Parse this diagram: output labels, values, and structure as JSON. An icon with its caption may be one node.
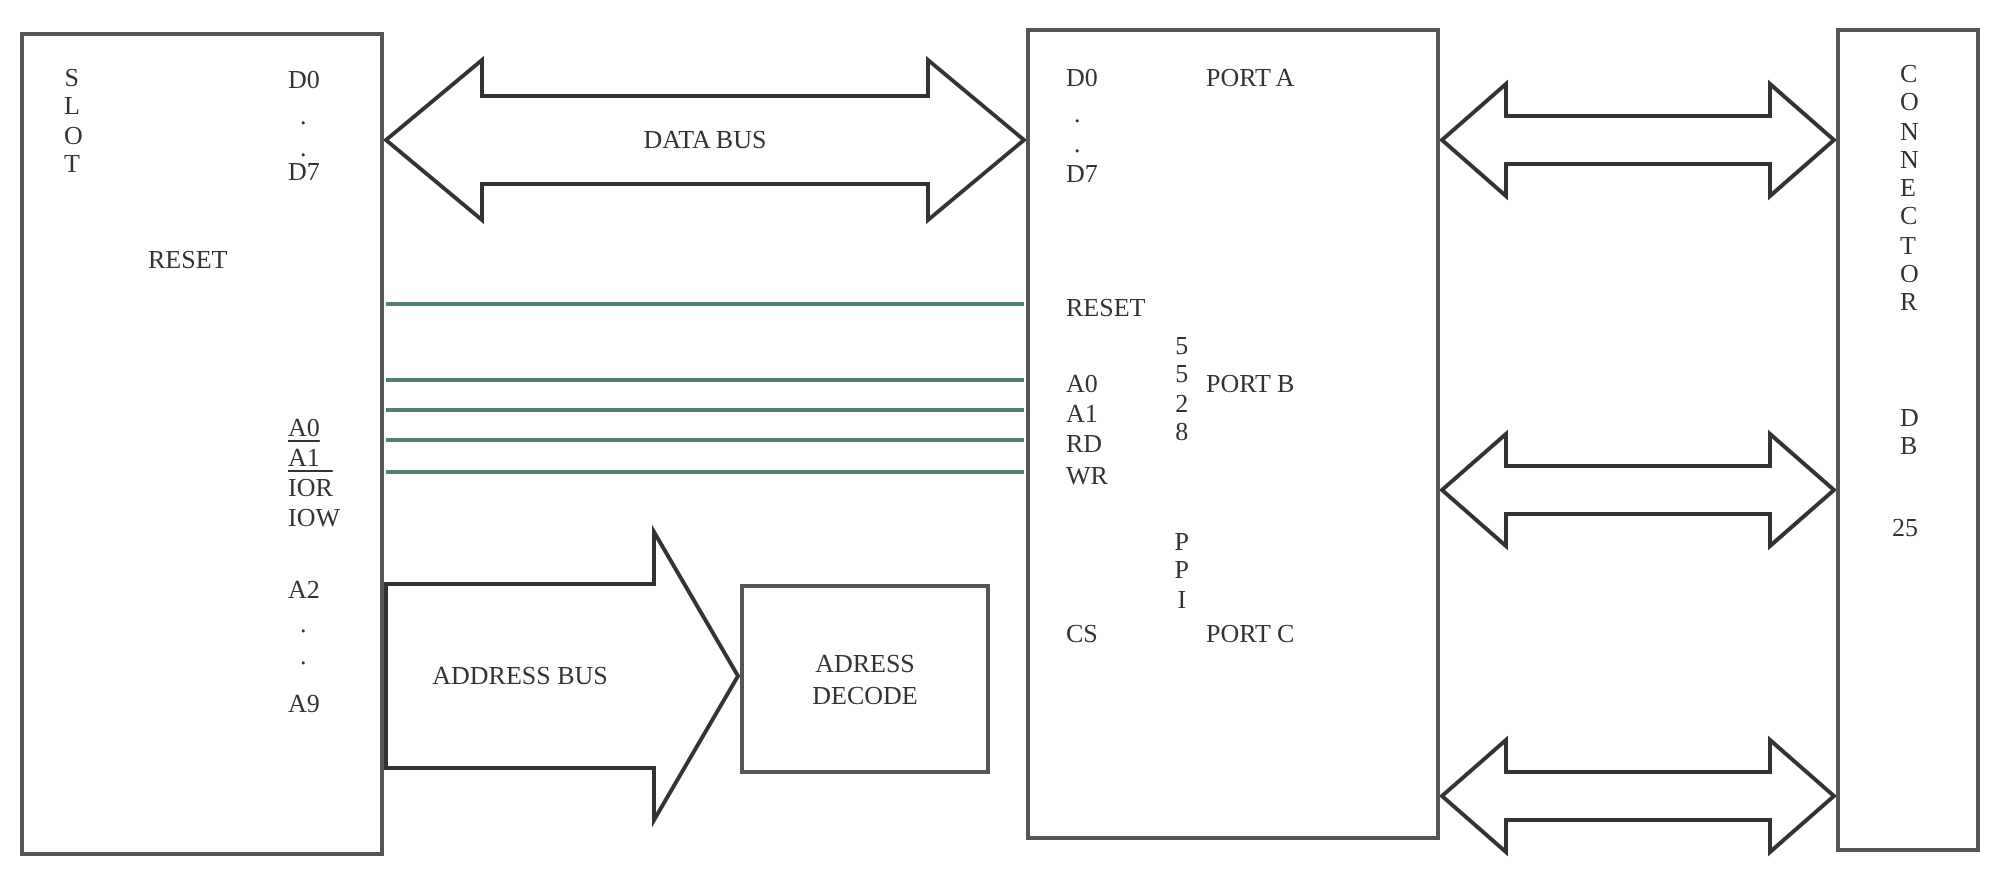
{
  "diagram": {
    "nodes": [
      {
        "text": [
          "SLOT",
          "D0",
          ".",
          ".",
          "D7",
          "RESET",
          "A0",
          "A1",
          "IOR",
          "IOW",
          "A2",
          ".",
          ".",
          "A9"
        ]
      },
      {
        "text": [
          "ADRESS DECODE"
        ]
      },
      {
        "text": [
          "D0",
          ".",
          ".",
          "D7",
          "RESET",
          "A0",
          "A1",
          "RD",
          "WR",
          "CS",
          "PORT A",
          "PORT B",
          "PORT C",
          "5528",
          "PPI"
        ]
      },
      {
        "text": [
          "CONNECTOR",
          "DB",
          "25"
        ]
      }
    ],
    "edges": [
      {
        "from": 0,
        "to": 2,
        "arrow": "both",
        "label": "DATA BUS",
        "style": "thick"
      },
      {
        "from": 0,
        "to": 1,
        "arrow": "to",
        "label": "ADDRESS BUS",
        "style": "thick"
      },
      {
        "from": 0,
        "to": 2,
        "arrow": "none"
      },
      {
        "from": 0,
        "to": 2,
        "arrow": "none"
      },
      {
        "from": 0,
        "to": 2,
        "arrow": "none"
      },
      {
        "from": 0,
        "to": 2,
        "arrow": "none"
      },
      {
        "from": 0,
        "to": 2,
        "arrow": "none"
      },
      {
        "from": 2,
        "to": 3,
        "arrow": "both",
        "style": "thick"
      },
      {
        "from": 2,
        "to": 3,
        "arrow": "both",
        "style": "thick"
      },
      {
        "from": 2,
        "to": 3,
        "arrow": "both",
        "style": "thick"
      }
    ]
  }
}
